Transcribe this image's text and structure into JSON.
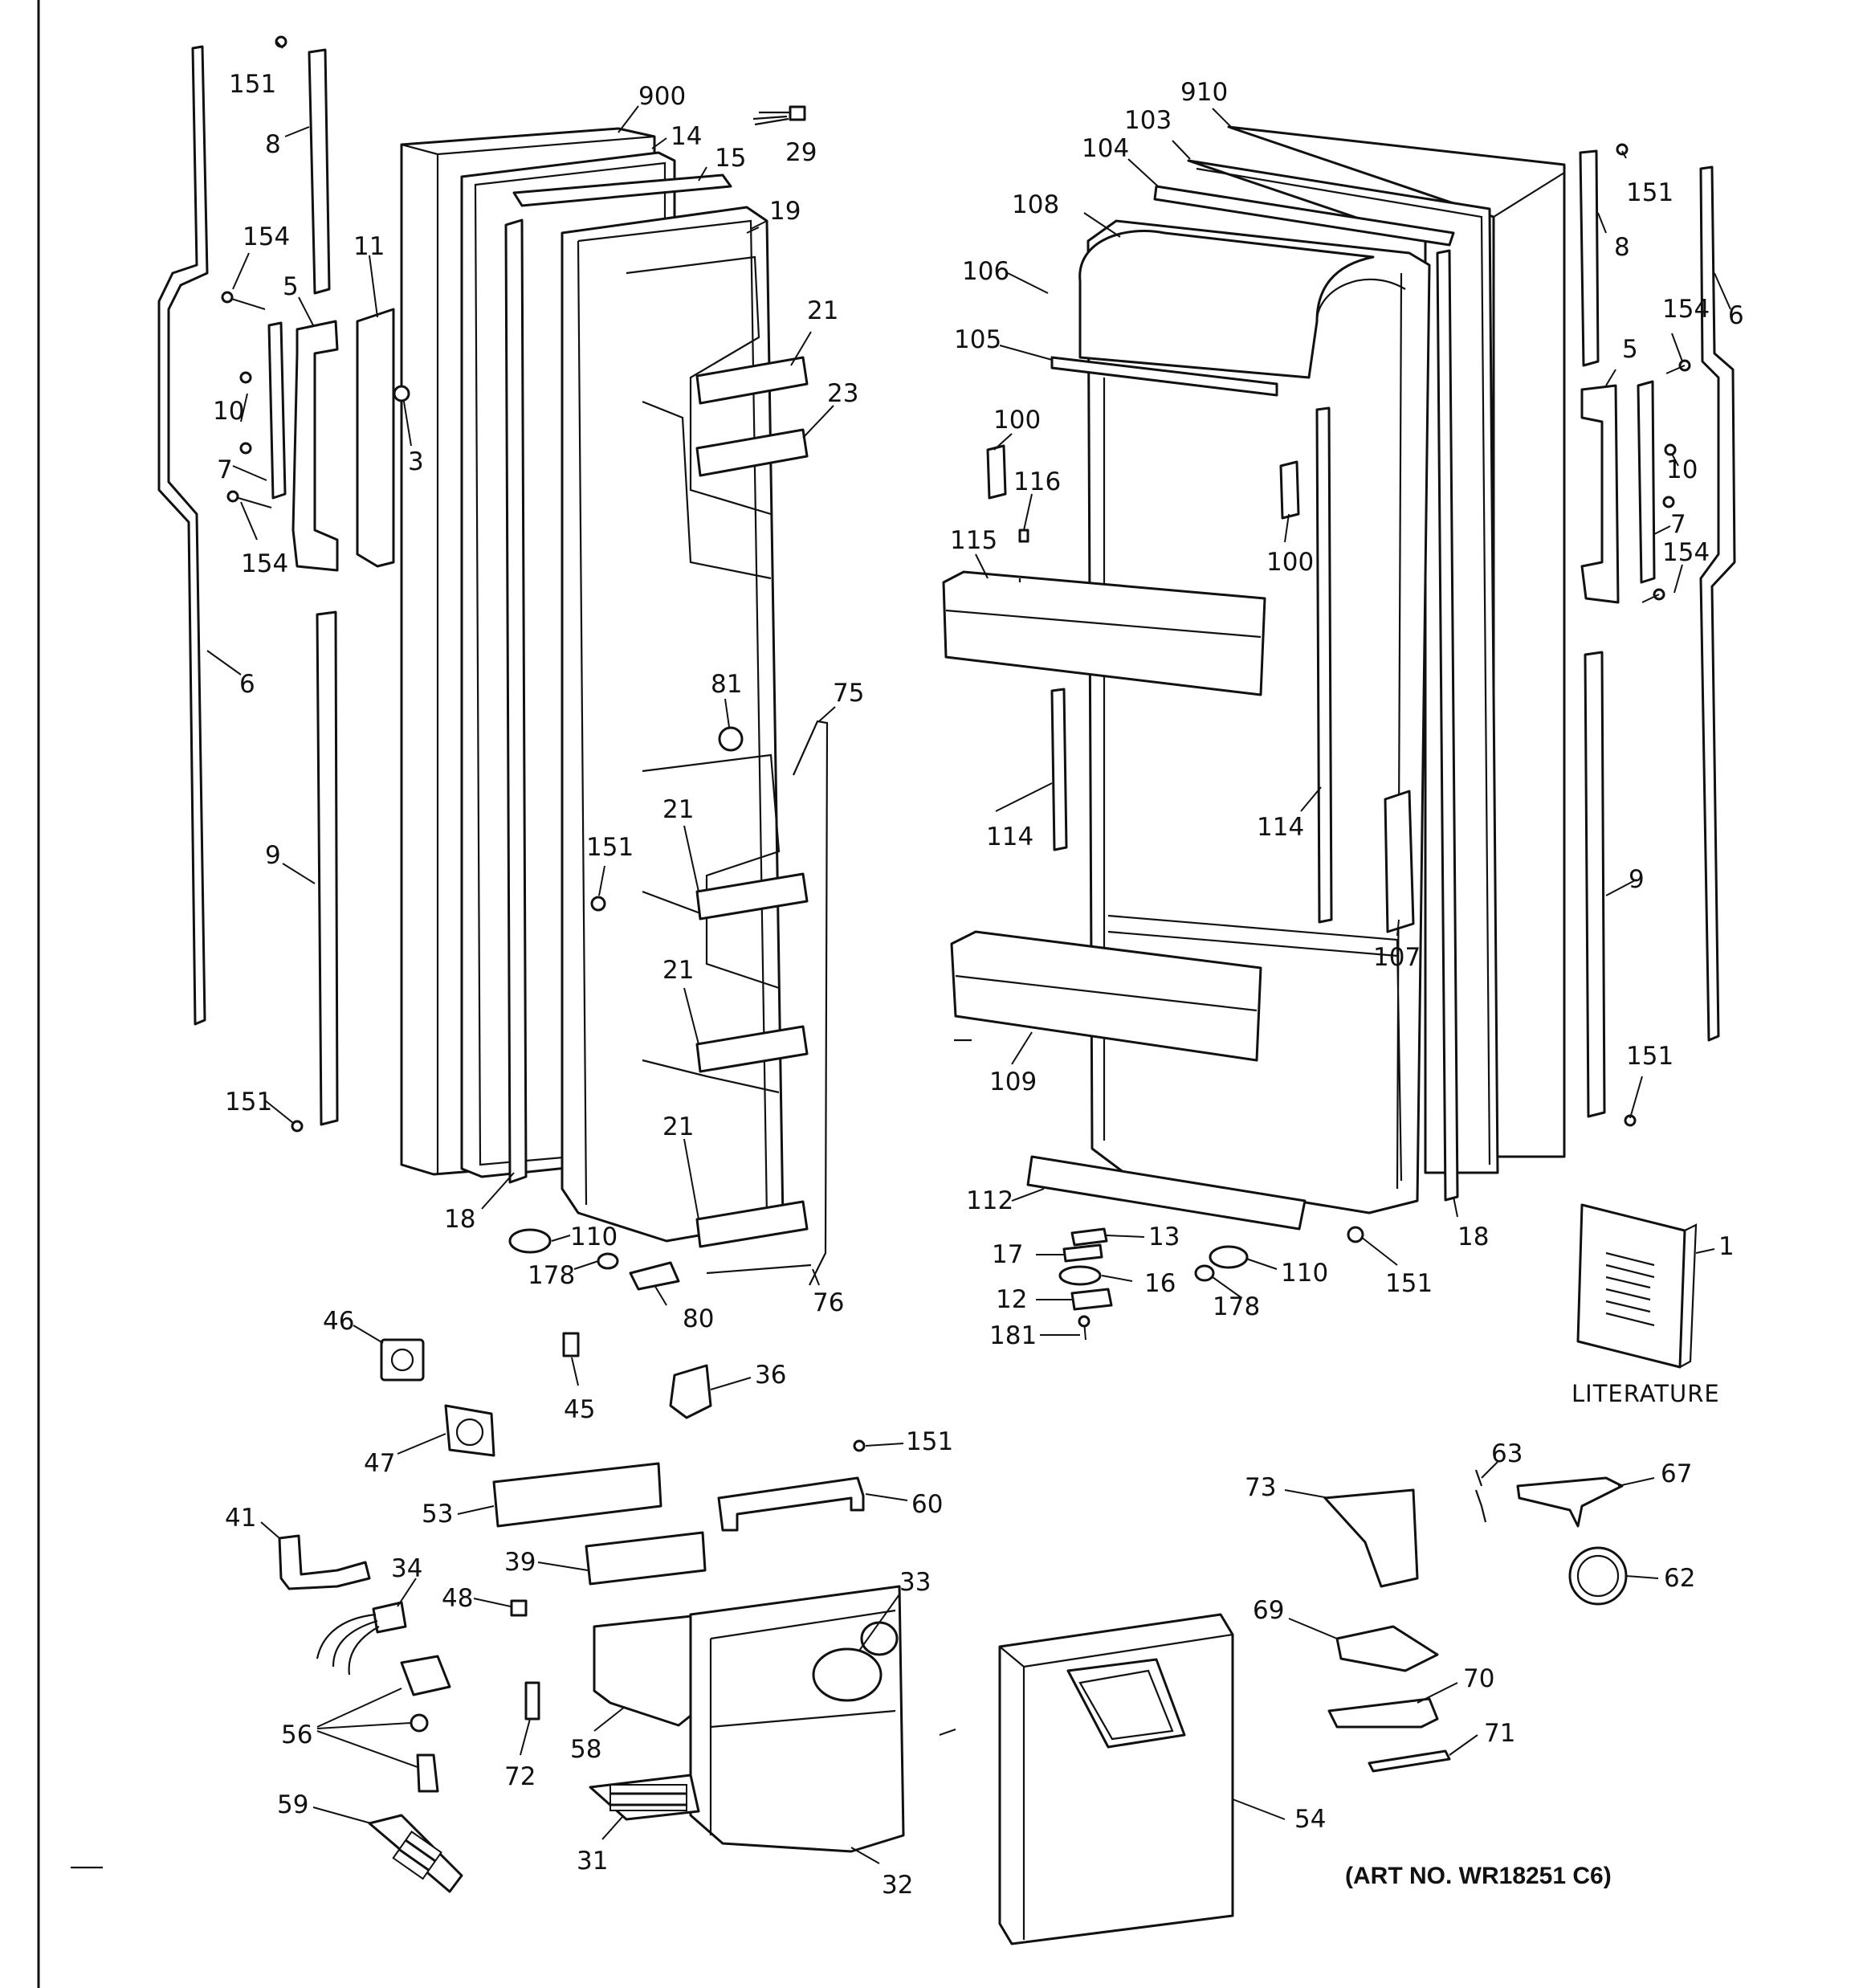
{
  "caption": "(ART NO. WR18251 C6)",
  "literature_label": "LITERATURE",
  "callouts": [
    {
      "id": "c151a",
      "text": "151"
    },
    {
      "id": "c8a",
      "text": "8"
    },
    {
      "id": "c900",
      "text": "900"
    },
    {
      "id": "c14",
      "text": "14"
    },
    {
      "id": "c15",
      "text": "15"
    },
    {
      "id": "c29",
      "text": "29"
    },
    {
      "id": "c19",
      "text": "19"
    },
    {
      "id": "c154a",
      "text": "154"
    },
    {
      "id": "c11",
      "text": "11"
    },
    {
      "id": "c5a",
      "text": "5"
    },
    {
      "id": "c10a",
      "text": "10"
    },
    {
      "id": "c3",
      "text": "3"
    },
    {
      "id": "c7a",
      "text": "7"
    },
    {
      "id": "c154b",
      "text": "154"
    },
    {
      "id": "c21a",
      "text": "21"
    },
    {
      "id": "c23",
      "text": "23"
    },
    {
      "id": "c6a",
      "text": "6"
    },
    {
      "id": "c81",
      "text": "81"
    },
    {
      "id": "c75",
      "text": "75"
    },
    {
      "id": "c21b",
      "text": "21"
    },
    {
      "id": "c151b",
      "text": "151"
    },
    {
      "id": "c9a",
      "text": "9"
    },
    {
      "id": "c21c",
      "text": "21"
    },
    {
      "id": "c151c",
      "text": "151"
    },
    {
      "id": "c21d",
      "text": "21"
    },
    {
      "id": "c18a",
      "text": "18"
    },
    {
      "id": "c110a",
      "text": "110"
    },
    {
      "id": "c178a",
      "text": "178"
    },
    {
      "id": "c80",
      "text": "80"
    },
    {
      "id": "c76",
      "text": "76"
    },
    {
      "id": "c910",
      "text": "910"
    },
    {
      "id": "c103",
      "text": "103"
    },
    {
      "id": "c104",
      "text": "104"
    },
    {
      "id": "c108",
      "text": "108"
    },
    {
      "id": "c106",
      "text": "106"
    },
    {
      "id": "c105",
      "text": "105"
    },
    {
      "id": "c100a",
      "text": "100"
    },
    {
      "id": "c116",
      "text": "116"
    },
    {
      "id": "c100b",
      "text": "100"
    },
    {
      "id": "c115",
      "text": "115"
    },
    {
      "id": "c114a",
      "text": "114"
    },
    {
      "id": "c114b",
      "text": "114"
    },
    {
      "id": "c107",
      "text": "107"
    },
    {
      "id": "c109",
      "text": "109"
    },
    {
      "id": "c112",
      "text": "112"
    },
    {
      "id": "c13",
      "text": "13"
    },
    {
      "id": "c17",
      "text": "17"
    },
    {
      "id": "c16",
      "text": "16"
    },
    {
      "id": "c12",
      "text": "12"
    },
    {
      "id": "c181",
      "text": "181"
    },
    {
      "id": "c110b",
      "text": "110"
    },
    {
      "id": "c178b",
      "text": "178"
    },
    {
      "id": "c151d",
      "text": "151"
    },
    {
      "id": "c18b",
      "text": "18"
    },
    {
      "id": "c151e",
      "text": "151"
    },
    {
      "id": "c8b",
      "text": "8"
    },
    {
      "id": "c154c",
      "text": "154"
    },
    {
      "id": "c6b",
      "text": "6"
    },
    {
      "id": "c5b",
      "text": "5"
    },
    {
      "id": "c10b",
      "text": "10"
    },
    {
      "id": "c7b",
      "text": "7"
    },
    {
      "id": "c154d",
      "text": "154"
    },
    {
      "id": "c9b",
      "text": "9"
    },
    {
      "id": "c151f",
      "text": "151"
    },
    {
      "id": "c1",
      "text": "1"
    },
    {
      "id": "c46",
      "text": "46"
    },
    {
      "id": "c45",
      "text": "45"
    },
    {
      "id": "c36",
      "text": "36"
    },
    {
      "id": "c47",
      "text": "47"
    },
    {
      "id": "c151g",
      "text": "151"
    },
    {
      "id": "c41",
      "text": "41"
    },
    {
      "id": "c53",
      "text": "53"
    },
    {
      "id": "c60",
      "text": "60"
    },
    {
      "id": "c34",
      "text": "34"
    },
    {
      "id": "c39",
      "text": "39"
    },
    {
      "id": "c33",
      "text": "33"
    },
    {
      "id": "c48",
      "text": "48"
    },
    {
      "id": "c56",
      "text": "56"
    },
    {
      "id": "c58",
      "text": "58"
    },
    {
      "id": "c72",
      "text": "72"
    },
    {
      "id": "c59",
      "text": "59"
    },
    {
      "id": "c31",
      "text": "31"
    },
    {
      "id": "c32",
      "text": "32"
    },
    {
      "id": "c54",
      "text": "54"
    },
    {
      "id": "c73",
      "text": "73"
    },
    {
      "id": "c63",
      "text": "63"
    },
    {
      "id": "c67",
      "text": "67"
    },
    {
      "id": "c62",
      "text": "62"
    },
    {
      "id": "c69",
      "text": "69"
    },
    {
      "id": "c70",
      "text": "70"
    },
    {
      "id": "c71",
      "text": "71"
    }
  ]
}
